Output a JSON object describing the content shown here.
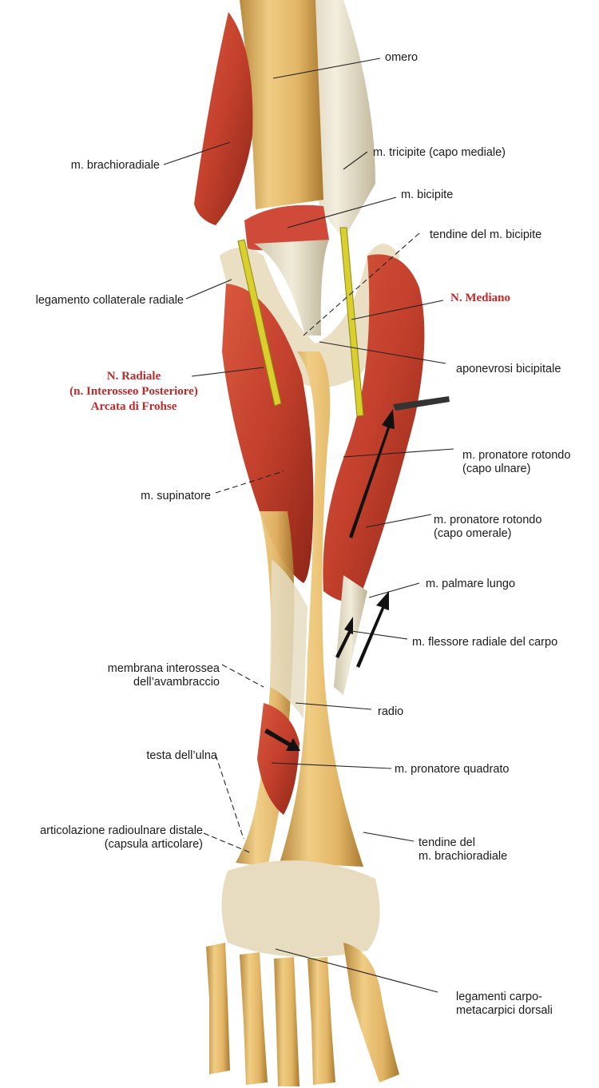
{
  "labels": {
    "omero": "omero",
    "brachioradiale": "m. brachioradiale",
    "tricipite": "m. tricipite (capo mediale)",
    "bicipite": "m. bicipite",
    "tendine_bicipite": "tendine del m. bicipite",
    "legamento_collaterale": "legamento collaterale radiale",
    "mediano": "N. Mediano",
    "radiale": [
      "N. Radiale",
      "(n. Interosseo Posteriore)",
      "Arcata di Frohse"
    ],
    "aponevrosi": "aponevrosi  bicipitale",
    "pronatore_ulnare": [
      "m. pronatore rotondo",
      "(capo ulnare)"
    ],
    "supinatore": "m. supinatore",
    "pronatore_omerale": [
      "m. pronatore rotondo",
      "(capo omerale)"
    ],
    "palmare_lungo": "m. palmare lungo",
    "flessore_radiale": "m. flessore radiale del carpo",
    "membrana": [
      "membrana interossea",
      "dell’avambraccio"
    ],
    "radio": "radio",
    "testa_ulna": "testa dell’ulna",
    "pronatore_quadrato": "m. pronatore quadrato",
    "articolazione": [
      "articolazione radioulnare distale",
      "(capsula articolare)"
    ],
    "tendine_brachioradiale": [
      "tendine del",
      "m. brachioradiale"
    ],
    "legamenti": [
      "legamenti carpo-",
      "metacarpici dorsali"
    ]
  },
  "colors": {
    "bone": "#e0b466",
    "bone_shadow": "#b98a3e",
    "muscle": "#c94530",
    "muscle_dark": "#8e2418",
    "tendon": "#e9e2cc",
    "nerve": "#d9cf2e",
    "highlight_text": "#c0282a"
  }
}
